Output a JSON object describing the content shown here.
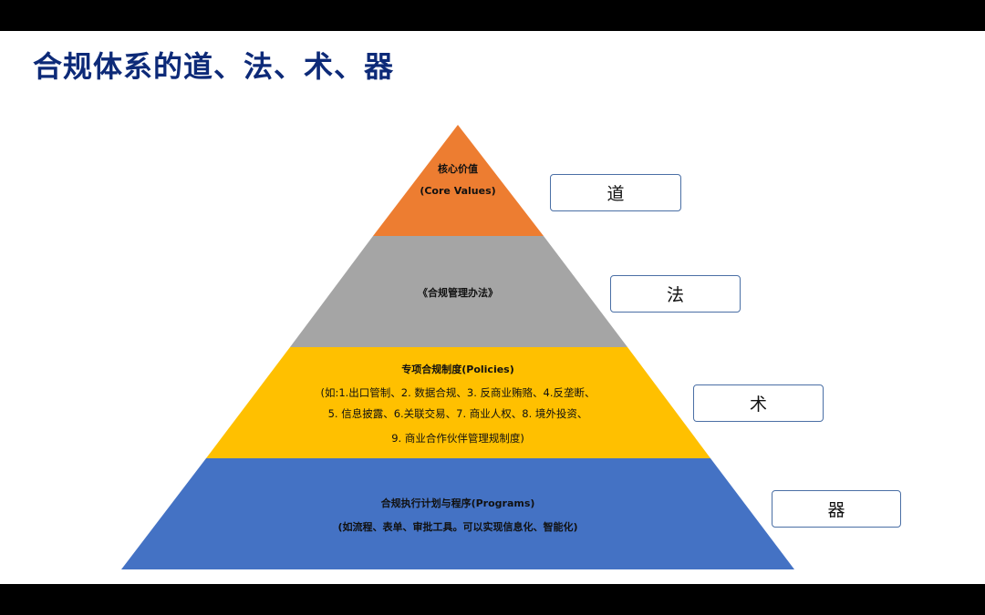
{
  "title": "合规体系的道、法、术、器",
  "colors": {
    "title": "#0d2a78",
    "tier1": "#ed7d31",
    "tier2": "#a5a5a5",
    "tier3": "#ffc000",
    "tier4": "#4472c4",
    "label_border": "#4a6fa5"
  },
  "pyramid": {
    "tier1": {
      "line1": "核心价值",
      "line2": "(Core Values)"
    },
    "tier2": {
      "line1": "《合规管理办法》"
    },
    "tier3": {
      "line1": "专项合规制度(Policies)",
      "line2": "(如:1.出口管制、2. 数据合规、3. 反商业贿赂、4.反垄断、",
      "line3": "5. 信息披露、6.关联交易、7. 商业人权、8. 境外投资、",
      "line4": "9. 商业合作伙伴管理规制度)"
    },
    "tier4": {
      "line1": "合规执行计划与程序(Programs)",
      "line2": "(如流程、表单、审批工具。可以实现信息化、智能化)"
    }
  },
  "labels": {
    "dao": "道",
    "fa": "法",
    "shu": "术",
    "qi": "器"
  }
}
